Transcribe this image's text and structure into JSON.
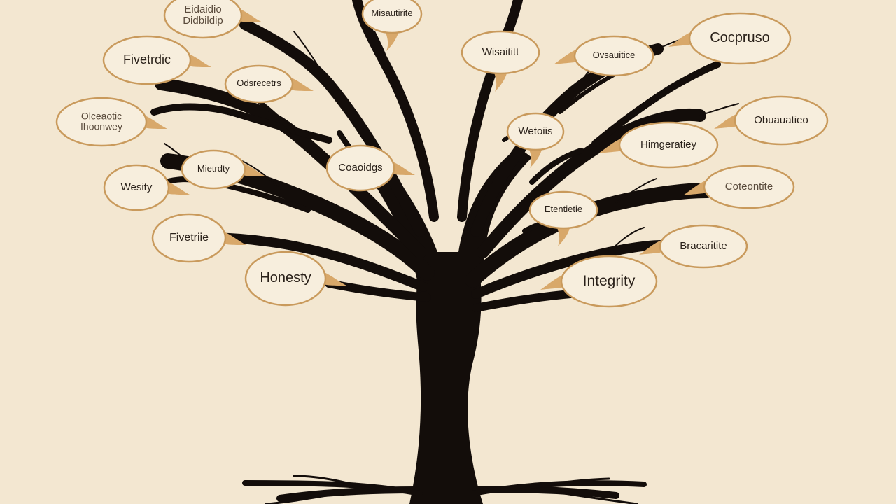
{
  "colors": {
    "background": "#f3e7d1",
    "tree": "#130d0a",
    "bubble_fill": "#f7eedd",
    "bubble_stroke": "#c99a5c",
    "bubble_tail": "#d8a86a",
    "text": "#2a211a"
  },
  "labels": {
    "l01": "Eidaidio\nDidbildip",
    "l02": "Misautirite",
    "l03": "Wisaititt",
    "l04": "Cocpruso",
    "l05": "Fivetrdic",
    "l06": "Ovsauitice",
    "l07": "Odsrecetrs",
    "l08": "Obuauatieo",
    "l09": "Olceaotic\nIhoonwey",
    "l10": "Wetoiis",
    "l11": "Himgeratiey",
    "l12": "Mietrdty",
    "l13": "Coaoidgs",
    "l14": "Wesity",
    "l15": "Coteontite",
    "l16": "Etentietie",
    "l17": "Fivetriie",
    "l18": "Bracaritite",
    "l19": "Honesty",
    "l20": "Integrity"
  }
}
